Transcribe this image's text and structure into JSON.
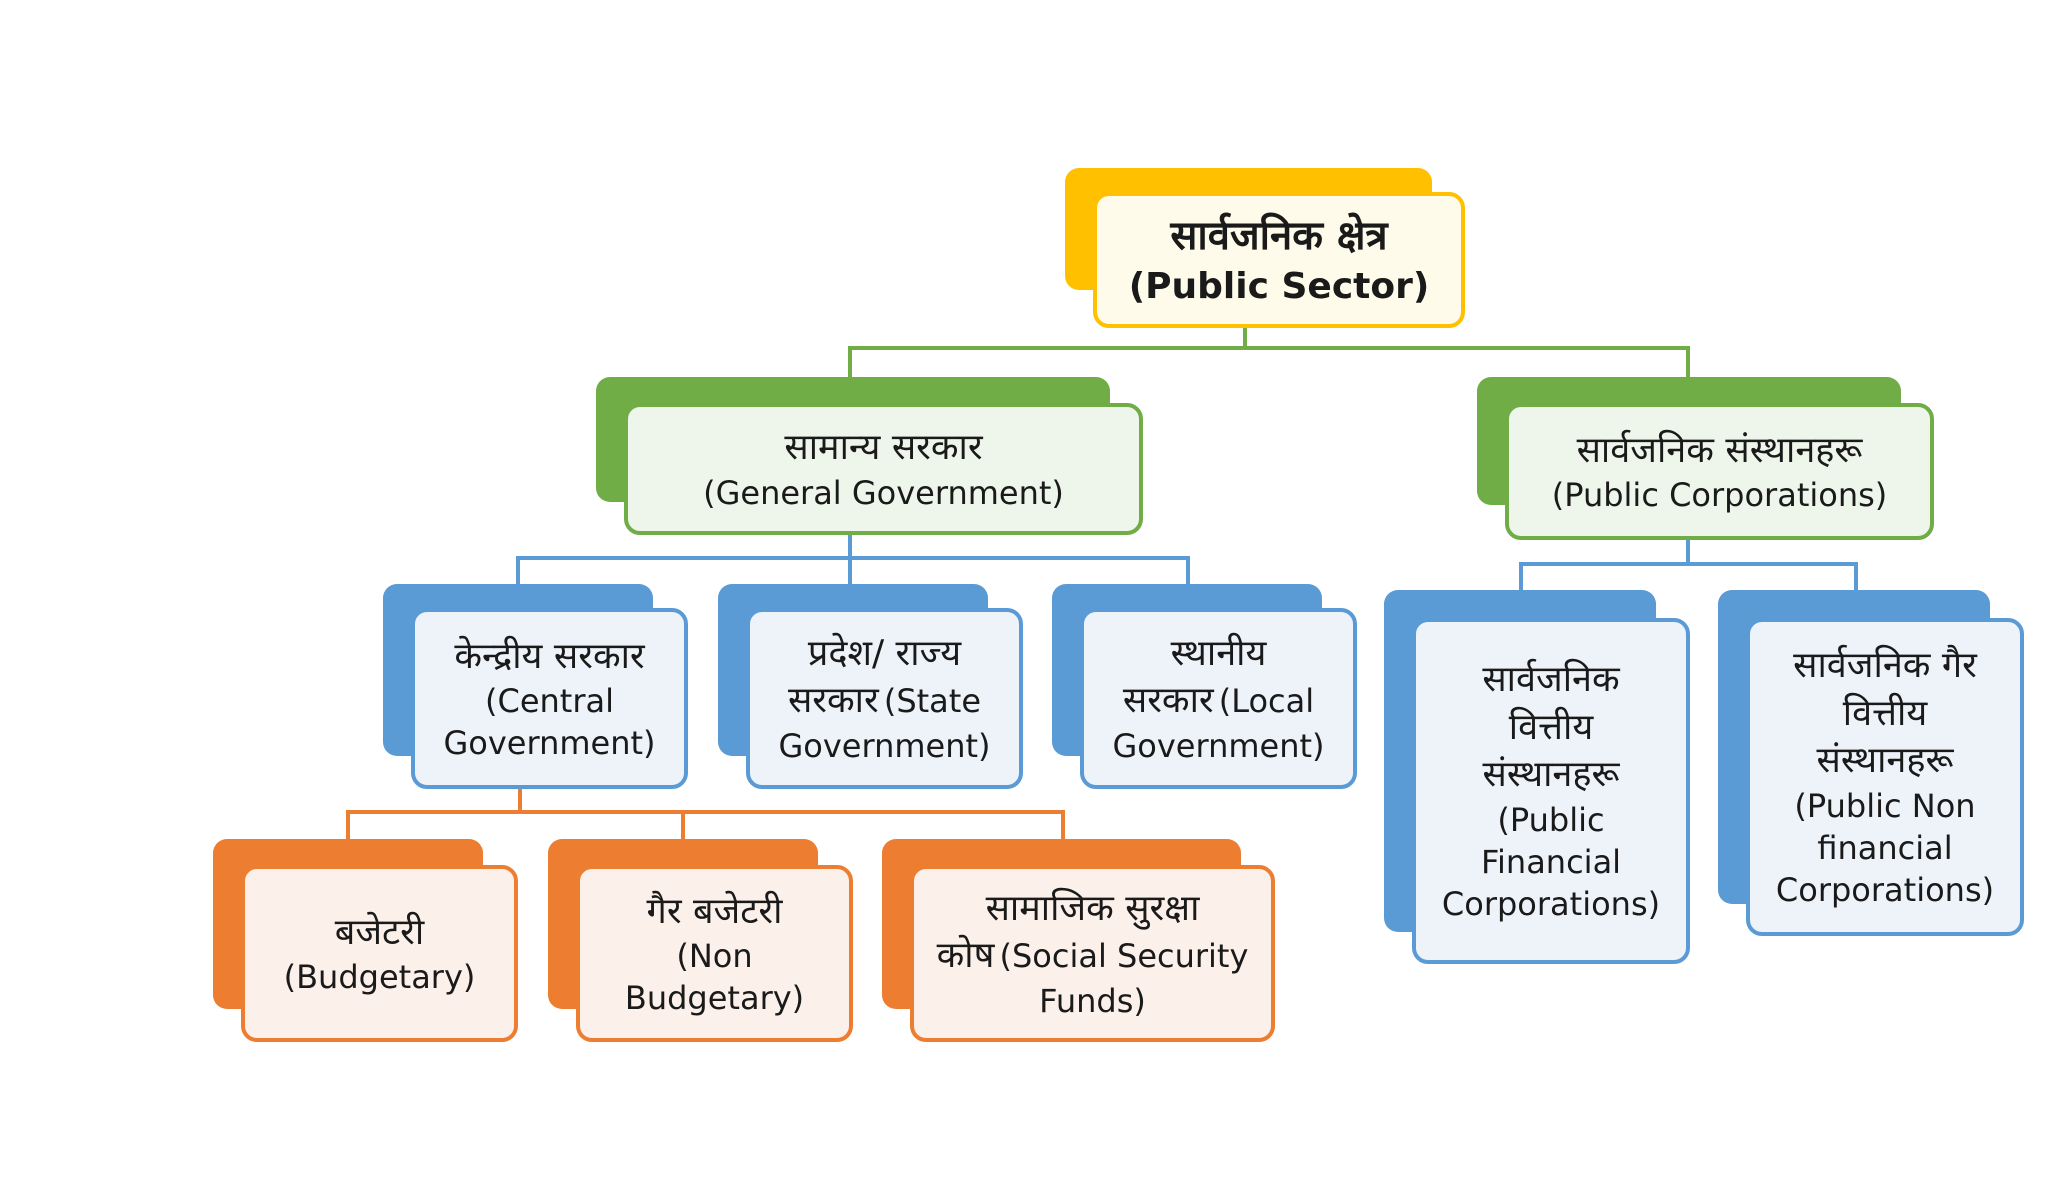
{
  "diagram": {
    "colors": {
      "root": "#FFC000",
      "level1": "#70AD47",
      "level2": "#5B9BD5",
      "level3": "#ED7D31"
    },
    "root": {
      "np": "सार्वजनिक क्षेत्र",
      "en": "(Public Sector)"
    },
    "general_government": {
      "np": "सामान्य सरकार",
      "en": "(General Government)"
    },
    "public_corporations": {
      "np": "सार्वजनिक संस्थानहरू",
      "en": "(Public Corporations)"
    },
    "central_government": {
      "np": "केन्द्रीय सरकार",
      "en1": "(Central",
      "en2": "Government)"
    },
    "state_government": {
      "np1": "प्रदेश/ राज्य",
      "np2": "सरकार",
      "en1": "(State",
      "en2": "Government)"
    },
    "local_government": {
      "np1": "स्थानीय",
      "np2": "सरकार",
      "en1": "(Local",
      "en2": "Government)"
    },
    "public_financial_corporations": {
      "np1": "सार्वजनिक",
      "np2": "वित्तीय",
      "np3": "संस्थानहरू",
      "en1": "(Public",
      "en2": "Financial",
      "en3": "Corporations)"
    },
    "public_nonfinancial_corporations": {
      "np1": "सार्वजनिक गैर",
      "np2": "वित्तीय",
      "np3": "संस्थानहरू",
      "en1": "(Public Non",
      "en2": "financial",
      "en3": "Corporations)"
    },
    "budgetary": {
      "np": "बजेटरी",
      "en": "(Budgetary)"
    },
    "non_budgetary": {
      "np": "गैर बजेटरी",
      "en1": "(Non",
      "en2": "Budgetary)"
    },
    "social_security_funds": {
      "np1": "सामाजिक सुरक्षा",
      "np2": "कोष",
      "en1": "(Social Security",
      "en2": "Funds)"
    }
  }
}
